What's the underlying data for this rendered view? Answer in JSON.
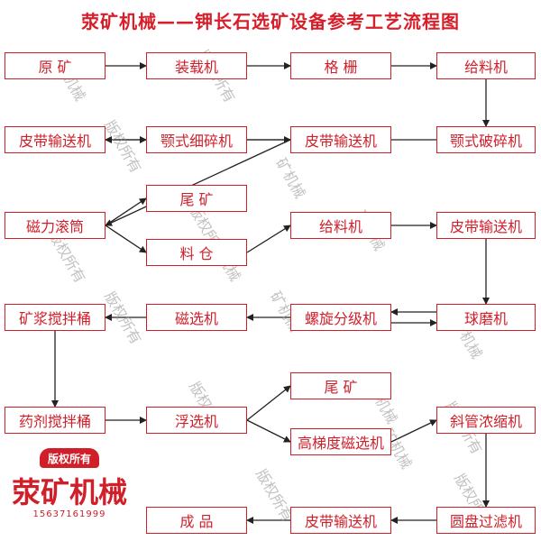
{
  "title": "荥矿机械——钾长石选矿设备参考工艺流程图",
  "colors": {
    "box_border": "#d11f2a",
    "arrow": "#222222",
    "title": "#d61f2a",
    "watermark": "#909090"
  },
  "nodes": [
    {
      "id": "yuankuang",
      "label": "原 矿"
    },
    {
      "id": "zhuangzaiji",
      "label": "装载机"
    },
    {
      "id": "gezha",
      "label": "格 栅"
    },
    {
      "id": "geiliaoji1",
      "label": "给料机"
    },
    {
      "id": "epo",
      "label": "颚式破碎机"
    },
    {
      "id": "pidai1",
      "label": "皮带输送机"
    },
    {
      "id": "exi",
      "label": "颚式细碎机"
    },
    {
      "id": "pidai2",
      "label": "皮带输送机"
    },
    {
      "id": "cili",
      "label": "磁力滚筒"
    },
    {
      "id": "weikuang1",
      "label": "尾 矿"
    },
    {
      "id": "liaocang",
      "label": "料 仓"
    },
    {
      "id": "geiliaoji2",
      "label": "给料机"
    },
    {
      "id": "pidai3",
      "label": "皮带输送机"
    },
    {
      "id": "qiumoji",
      "label": "球磨机"
    },
    {
      "id": "luoxuan",
      "label": "螺旋分级机"
    },
    {
      "id": "cixuan",
      "label": "磁选机"
    },
    {
      "id": "kuangjiang",
      "label": "矿浆搅拌桶"
    },
    {
      "id": "yaoji",
      "label": "药剂搅拌桶"
    },
    {
      "id": "fuxuan",
      "label": "浮选机"
    },
    {
      "id": "weikuang2",
      "label": "尾 矿"
    },
    {
      "id": "gaotidu",
      "label": "高梯度磁选机"
    },
    {
      "id": "xieguan",
      "label": "斜管浓缩机"
    },
    {
      "id": "yuanpan",
      "label": "圆盘过滤机"
    },
    {
      "id": "pidai4",
      "label": "皮带输送机"
    },
    {
      "id": "chengpin",
      "label": "成 品"
    }
  ],
  "edges": [
    [
      "yuankuang",
      "zhuangzaiji"
    ],
    [
      "zhuangzaiji",
      "gezha"
    ],
    [
      "gezha",
      "geiliaoji1"
    ],
    [
      "geiliaoji1",
      "epo"
    ],
    [
      "epo",
      "pidai1"
    ],
    [
      "pidai1",
      "exi"
    ],
    [
      "exi",
      "pidai2"
    ],
    [
      "pidai2",
      "cili"
    ],
    [
      "cili",
      "weikuang1"
    ],
    [
      "cili",
      "liaocang"
    ],
    [
      "liaocang",
      "geiliaoji2"
    ],
    [
      "geiliaoji2",
      "pidai3"
    ],
    [
      "pidai3",
      "qiumoji"
    ],
    [
      "qiumoji",
      "luoxuan"
    ],
    [
      "luoxuan",
      "qiumoji"
    ],
    [
      "luoxuan",
      "cixuan"
    ],
    [
      "cixuan",
      "kuangjiang"
    ],
    [
      "kuangjiang",
      "yaoji"
    ],
    [
      "yaoji",
      "fuxuan"
    ],
    [
      "fuxuan",
      "weikuang2"
    ],
    [
      "fuxuan",
      "gaotidu"
    ],
    [
      "gaotidu",
      "xieguan"
    ],
    [
      "xieguan",
      "yuanpan"
    ],
    [
      "yuanpan",
      "pidai4"
    ],
    [
      "pidai4",
      "chengpin"
    ]
  ],
  "watermark_text": [
    "矿机械",
    "版权所有",
    "版权所有",
    "矿机械",
    "版权所有",
    "版权所有",
    "矿机械",
    "版权所有",
    "矿机械",
    "矿机械",
    "矿机械",
    "版权所有",
    "矿机械",
    "版权所有",
    "版权所有",
    "版权所有",
    "矿机械"
  ],
  "logo": {
    "badge": "版权所有",
    "name": "荥矿机械",
    "phone": "15637161999"
  }
}
